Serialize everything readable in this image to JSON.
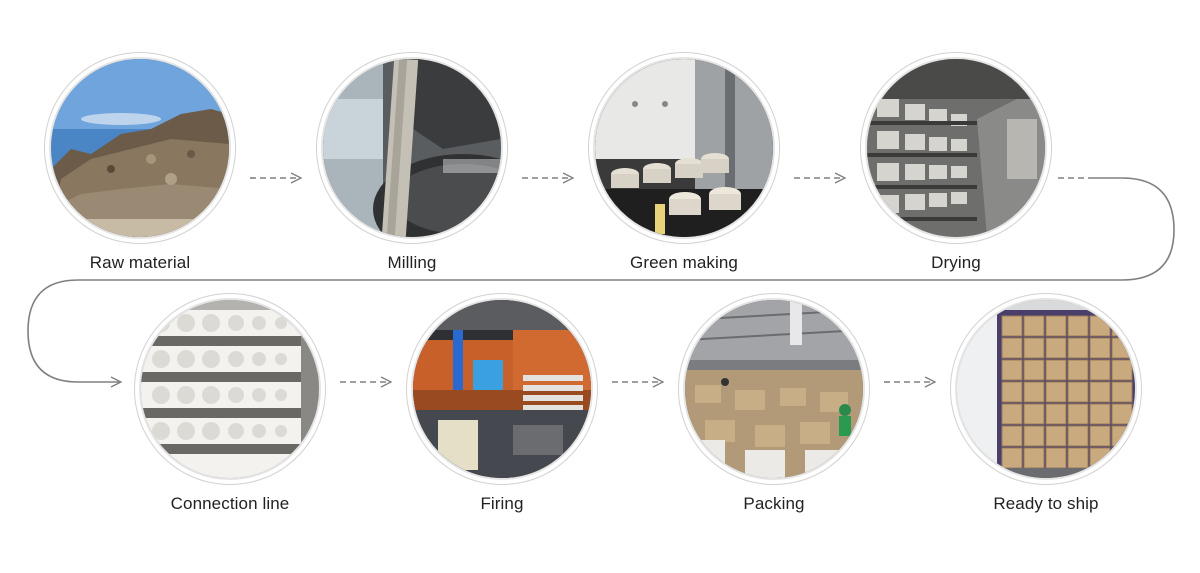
{
  "steps": [
    {
      "label": "Raw material",
      "icon": "raw-material-photo"
    },
    {
      "label": "Milling",
      "icon": "milling-photo"
    },
    {
      "label": "Green making",
      "icon": "green-making-photo"
    },
    {
      "label": "Drying",
      "icon": "drying-photo"
    },
    {
      "label": "Connection line",
      "icon": "connection-line-photo"
    },
    {
      "label": "Firing",
      "icon": "firing-photo"
    },
    {
      "label": "Packing",
      "icon": "packing-photo"
    },
    {
      "label": "Ready to ship",
      "icon": "ready-to-ship-photo"
    }
  ],
  "colors": {
    "connector": "#808080",
    "label": "#222222",
    "ring": "#d2d2d2"
  }
}
